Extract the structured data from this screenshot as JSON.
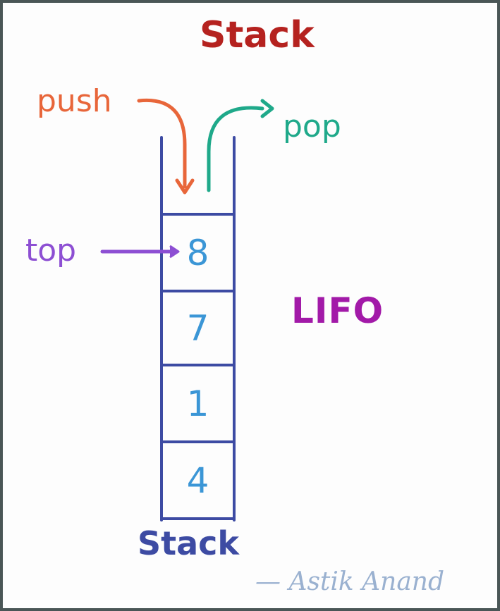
{
  "title": "Stack",
  "labels": {
    "push": "push",
    "pop": "pop",
    "top": "top",
    "lifo": "LIFO",
    "stack_caption": "Stack",
    "signature": "— Astik Anand"
  },
  "stack_items": [
    "8",
    "7",
    "1",
    "4"
  ],
  "colors": {
    "title": "#b5221f",
    "push": "#e8663a",
    "pop": "#1fa98a",
    "top": "#8d4fd3",
    "lifo": "#a21aa8",
    "stack_outline": "#3d4ba3",
    "stack_numbers": "#3b96d6",
    "signature": "#9ab1d0",
    "frame": "#4a5656"
  }
}
